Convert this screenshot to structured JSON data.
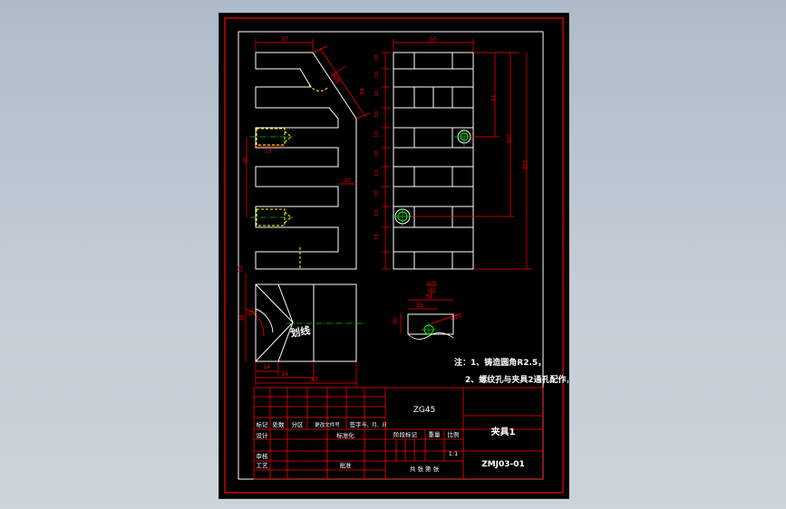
{
  "colors": {
    "viewport_bg": "#b8c3cf",
    "sheet_bg": "#000000",
    "frame": "#ffffff",
    "outer_border": "#ff0000",
    "dimension": "#ff0000",
    "hidden_line": "#ffff00",
    "center_line": "#00cc00",
    "hole": "#00ff00",
    "note_text": "#ffffff"
  },
  "dimensions": {
    "top_width_left": "37",
    "top_width_right": "50",
    "angle_dim": "45",
    "left_small": "13",
    "mid_width": "10",
    "right_stack": [
      "10",
      "10",
      "10",
      "10",
      "10",
      "10",
      "10",
      "10",
      "10",
      "15"
    ],
    "vertical_33": "33",
    "vertical_105": "105",
    "vertical_128": "128",
    "left_side_dim": "30",
    "section_11": "11",
    "section_38": "38",
    "bottom_14": "14",
    "bottom_34": "34",
    "bottom_63": "63",
    "view_a_35": "35",
    "view_a_50": "50",
    "view_a_30": "30",
    "view_a_scale": "1:2",
    "hole_note": "Ø10",
    "angle_label": "45°"
  },
  "labels": {
    "view_a_arrow": "A向",
    "view_a_title": "A向",
    "scribe_line": "划线"
  },
  "notes": {
    "line1": "注：1、铸造圆角R2.5，",
    "line2": "2、螺纹孔与夹具2通孔配作，"
  },
  "title_block": {
    "material": "ZG45",
    "part_name": "夹具1",
    "drawing_no": "ZMJ03-01",
    "scale": "1:1",
    "headers": [
      "标记",
      "处数",
      "分区",
      "更改文件号",
      "签字",
      "年、月、日"
    ],
    "row_design": "设计",
    "row_std": "标准化",
    "row_check": "审核",
    "row_process": "工艺",
    "row_approve": "批准",
    "stage_mark": "阶段标记",
    "weight": "重量",
    "ratio": "比例",
    "sheet_info": "共  张  第  张"
  }
}
